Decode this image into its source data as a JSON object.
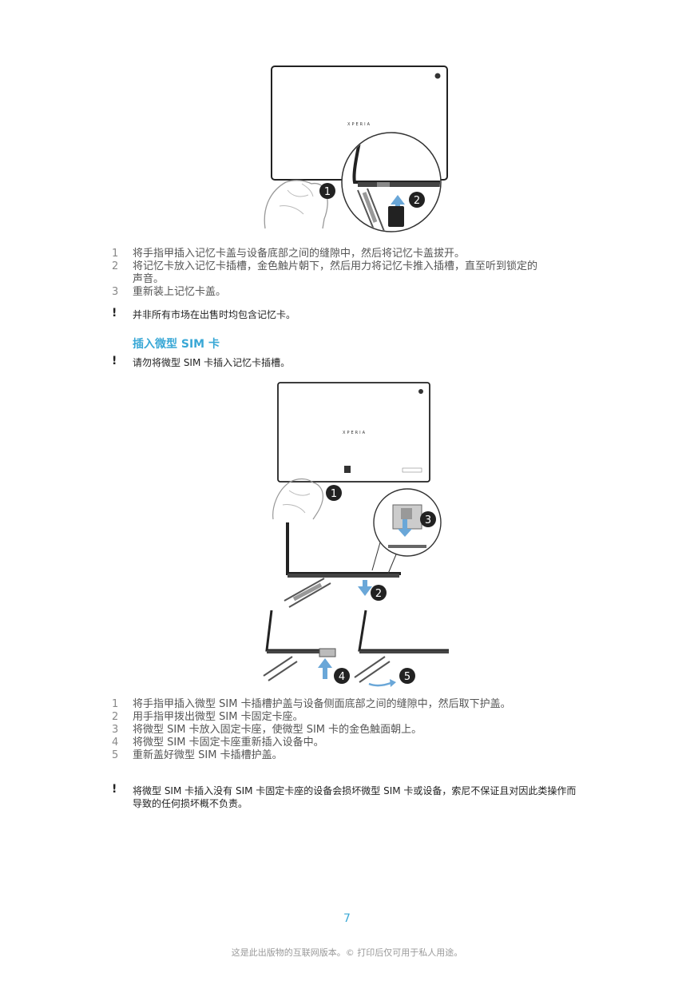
{
  "figure1": {
    "brand": "XPERIA",
    "callouts": [
      "1",
      "2"
    ]
  },
  "list1": [
    {
      "num": "1",
      "text": "将手指甲插入记忆卡盖与设备底部之间的缝隙中，然后将记忆卡盖拔开。"
    },
    {
      "num": "2",
      "text": "将记忆卡放入记忆卡插槽，金色触片朝下，然后用力将记忆卡推入插槽，直至听到锁定的声音。"
    },
    {
      "num": "3",
      "text": "重新装上记忆卡盖。"
    }
  ],
  "note1": {
    "icon": "!",
    "text": "并非所有市场在出售时均包含记忆卡。"
  },
  "section_heading": "插入微型 SIM 卡",
  "note2": {
    "icon": "!",
    "text": "请勿将微型 SIM 卡插入记忆卡插槽。"
  },
  "figure2": {
    "brand": "XPERIA",
    "callouts": [
      "1",
      "2",
      "3",
      "4",
      "5"
    ]
  },
  "list2": [
    {
      "num": "1",
      "text": "将手指甲插入微型 SIM 卡插槽护盖与设备侧面底部之间的缝隙中，然后取下护盖。"
    },
    {
      "num": "2",
      "text": "用手指甲拨出微型 SIM 卡固定卡座。"
    },
    {
      "num": "3",
      "text": "将微型 SIM 卡放入固定卡座，使微型 SIM 卡的金色触面朝上。"
    },
    {
      "num": "4",
      "text": "将微型 SIM 卡固定卡座重新插入设备中。"
    },
    {
      "num": "5",
      "text": "重新盖好微型 SIM 卡插槽护盖。"
    }
  ],
  "note3": {
    "icon": "!",
    "text": "将微型 SIM 卡插入没有 SIM 卡固定卡座的设备会损坏微型 SIM 卡或设备，索尼不保证且对因此类操作而导致的任何损坏概不负责。"
  },
  "page_number": "7",
  "footer": "这是此出版物的互联网版本。© 打印后仅可用于私人用途。"
}
